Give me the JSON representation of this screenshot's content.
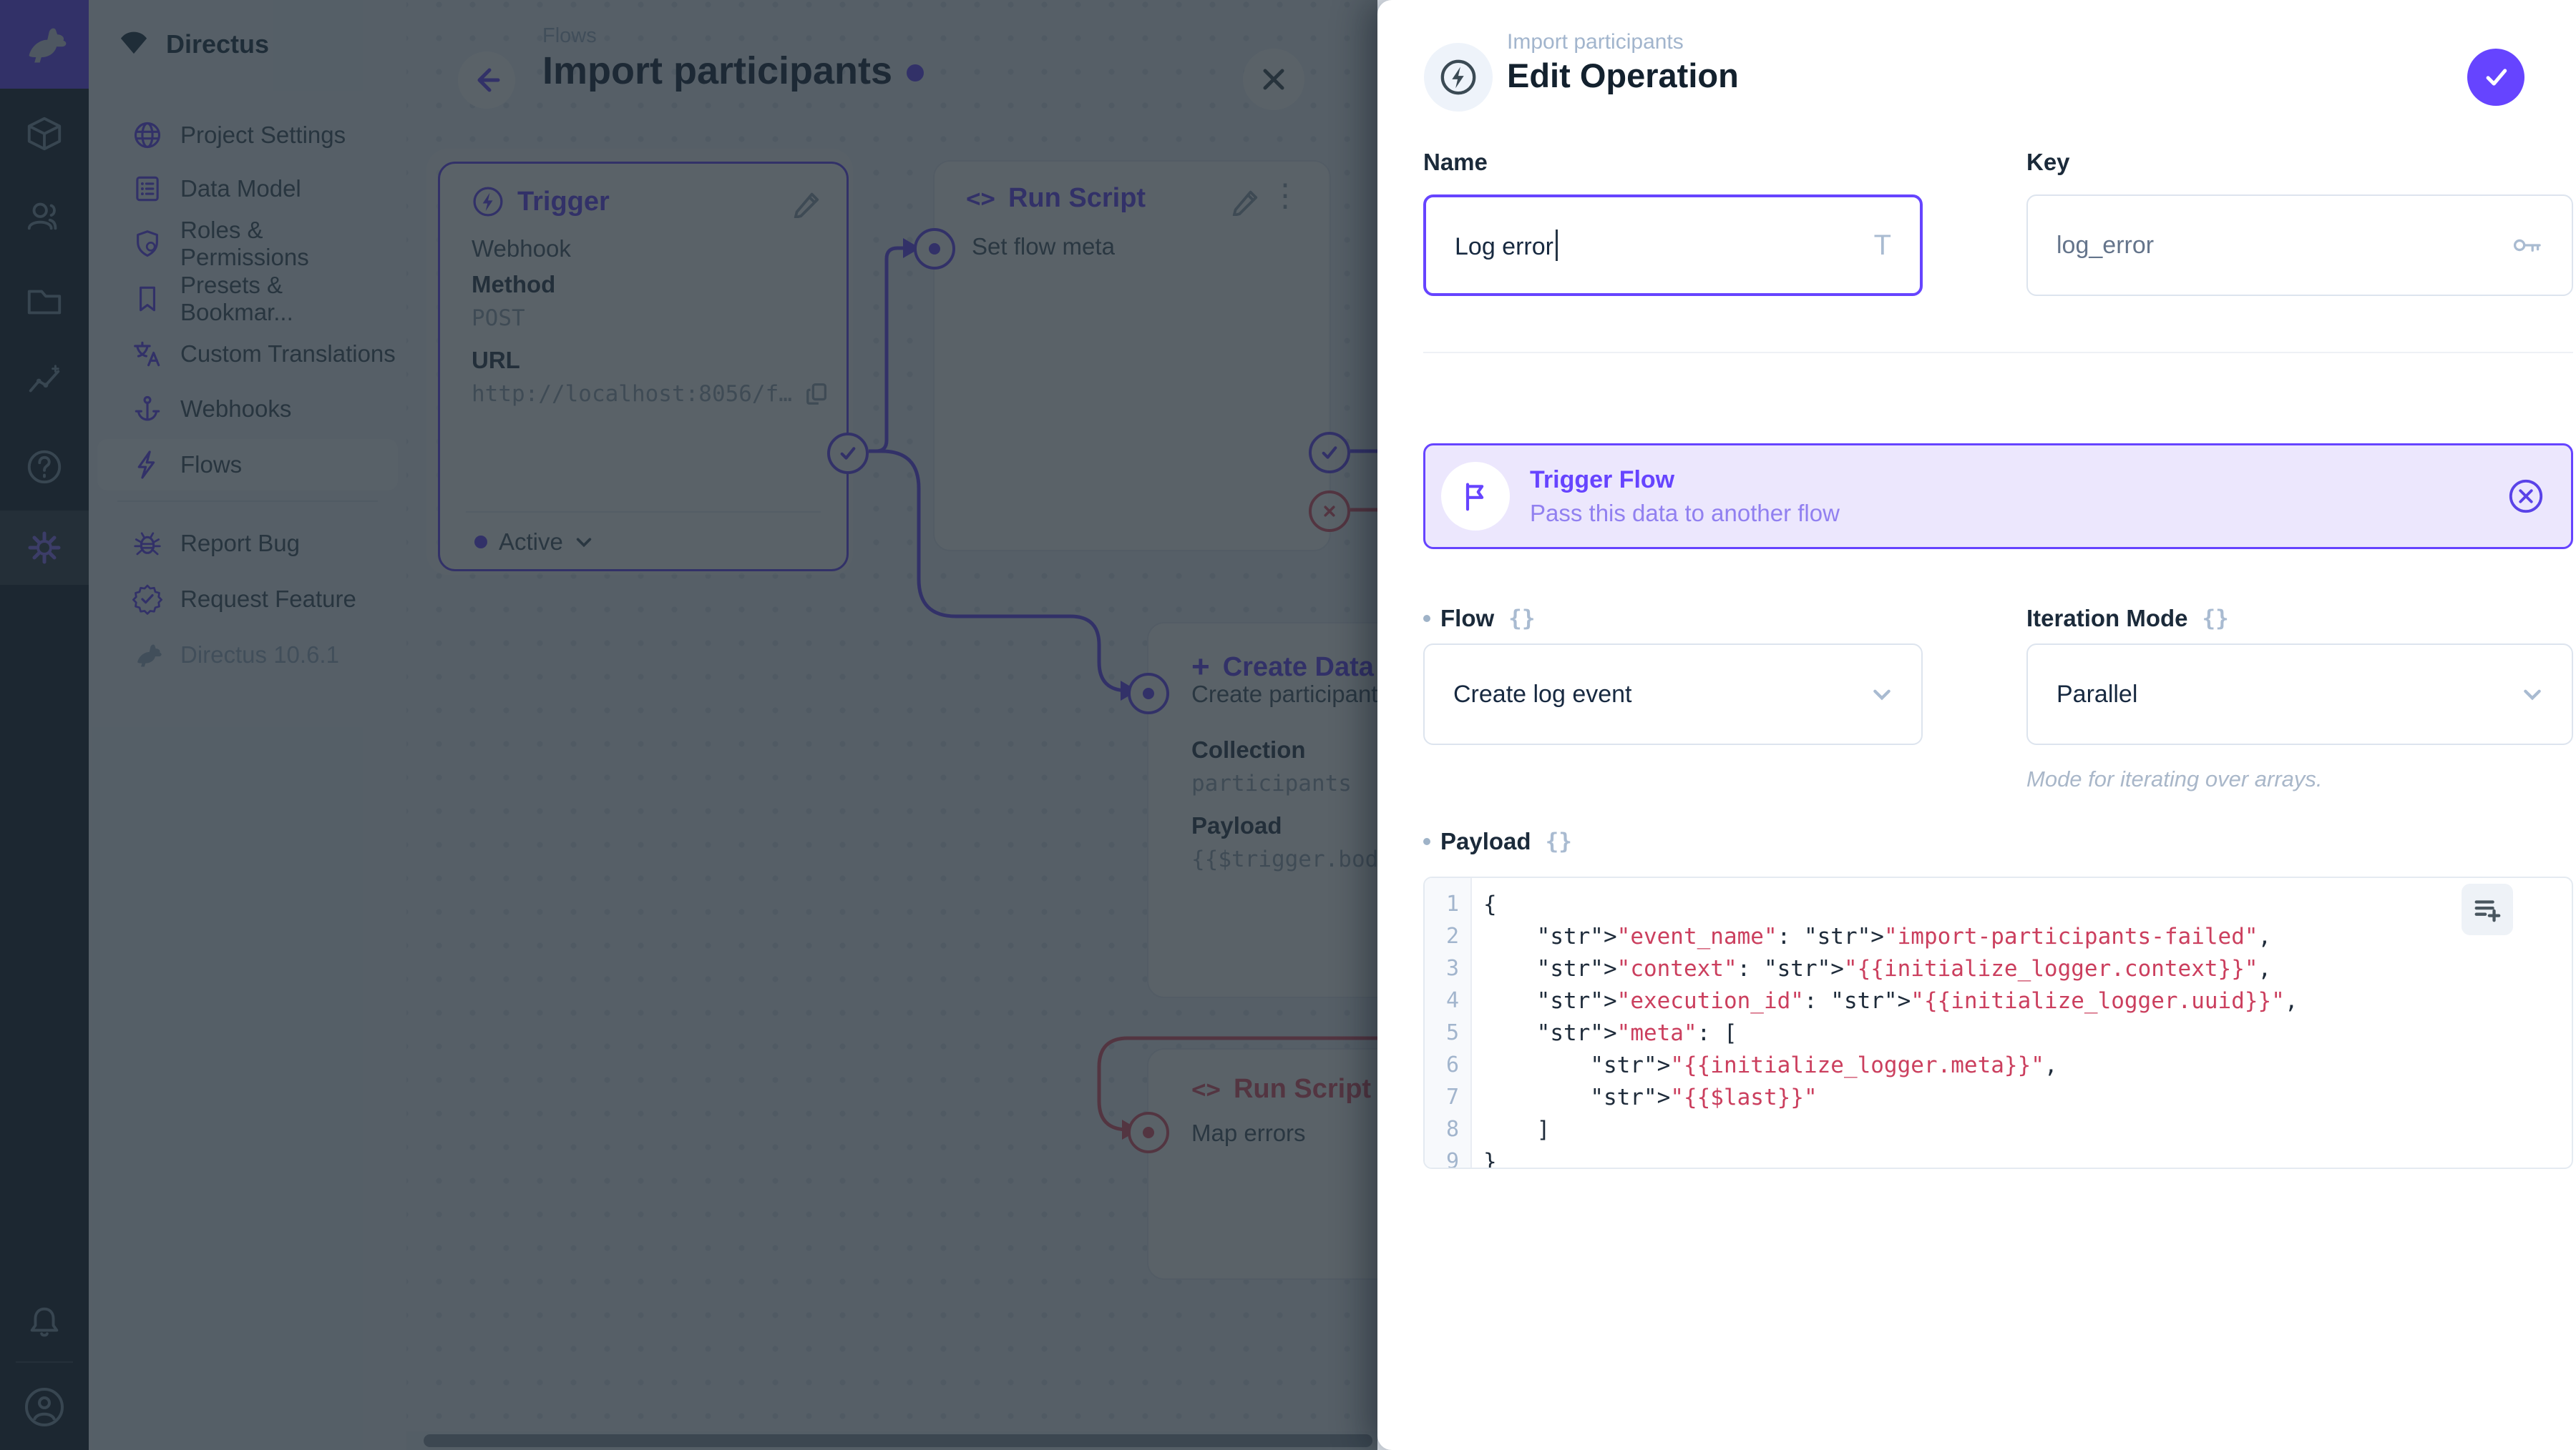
{
  "colors": {
    "accent": "#6644ff",
    "danger": "#e35169",
    "banner_bg": "#ece7fd"
  },
  "sidebar": {
    "project_name": "Directus",
    "modules": [
      {
        "icon": "box-icon"
      },
      {
        "icon": "users-icon"
      },
      {
        "icon": "folder-icon"
      },
      {
        "icon": "insights-icon"
      },
      {
        "icon": "help-icon"
      },
      {
        "icon": "settings-gear-icon",
        "active": true
      },
      {
        "icon": "bell-icon"
      },
      {
        "icon": "avatar-icon"
      }
    ],
    "items": [
      {
        "icon": "globe-icon",
        "label": "Project Settings"
      },
      {
        "icon": "data-model-icon",
        "label": "Data Model"
      },
      {
        "icon": "shield-icon",
        "label": "Roles & Permissions"
      },
      {
        "icon": "bookmark-icon",
        "label": "Presets & Bookmar..."
      },
      {
        "icon": "translate-icon",
        "label": "Custom Translations"
      },
      {
        "icon": "anchor-icon",
        "label": "Webhooks"
      },
      {
        "icon": "bolt-icon",
        "label": "Flows",
        "active": true
      }
    ],
    "footer_items": [
      {
        "icon": "bug-icon",
        "label": "Report Bug"
      },
      {
        "icon": "award-icon",
        "label": "Request Feature"
      }
    ],
    "version": "Directus 10.6.1"
  },
  "canvas": {
    "breadcrumb": "Flows",
    "title": "Import participants",
    "trigger_node": {
      "title": "Trigger",
      "type": "Webhook",
      "method_label": "Method",
      "method": "POST",
      "url_label": "URL",
      "url": "http://localhost:8056/f…",
      "status": "Active"
    },
    "run_script_node": {
      "code_glyph": "<>",
      "title": "Run Script",
      "label": "Set flow meta"
    },
    "create_data_node": {
      "plus_glyph": "+",
      "title": "Create Data",
      "label": "Create participant",
      "collection_label": "Collection",
      "collection": "participants",
      "payload_label": "Payload",
      "payload_preview": "{{$trigger.bod"
    },
    "map_errors_node": {
      "code_glyph": "<>",
      "title": "Run Script",
      "label": "Map errors"
    }
  },
  "drawer": {
    "breadcrumb": "Import participants",
    "title": "Edit Operation",
    "name_field": {
      "label": "Name",
      "value": "Log error",
      "icon": "title-formatter-icon"
    },
    "key_field": {
      "label": "Key",
      "value": "log_error",
      "icon": "key-icon"
    },
    "panel": {
      "title": "Trigger Flow",
      "subtitle": "Pass this data to another flow",
      "icon": "flag-icon"
    },
    "flow_field": {
      "label": "Flow",
      "raw_glyph": "{}",
      "value": "Create log event"
    },
    "iteration_field": {
      "label": "Iteration Mode",
      "raw_glyph": "{}",
      "value": "Parallel",
      "hint": "Mode for iterating over arrays."
    },
    "payload": {
      "label": "Payload",
      "raw_glyph": "{}",
      "lines": [
        "{",
        "    \"event_name\": \"import-participants-failed\",",
        "    \"context\": \"{{initialize_logger.context}}\",",
        "    \"execution_id\": \"{{initialize_logger.uuid}}\",",
        "    \"meta\": [",
        "        \"{{initialize_logger.meta}}\",",
        "        \"{{$last}}\"",
        "    ]",
        "}"
      ]
    }
  }
}
